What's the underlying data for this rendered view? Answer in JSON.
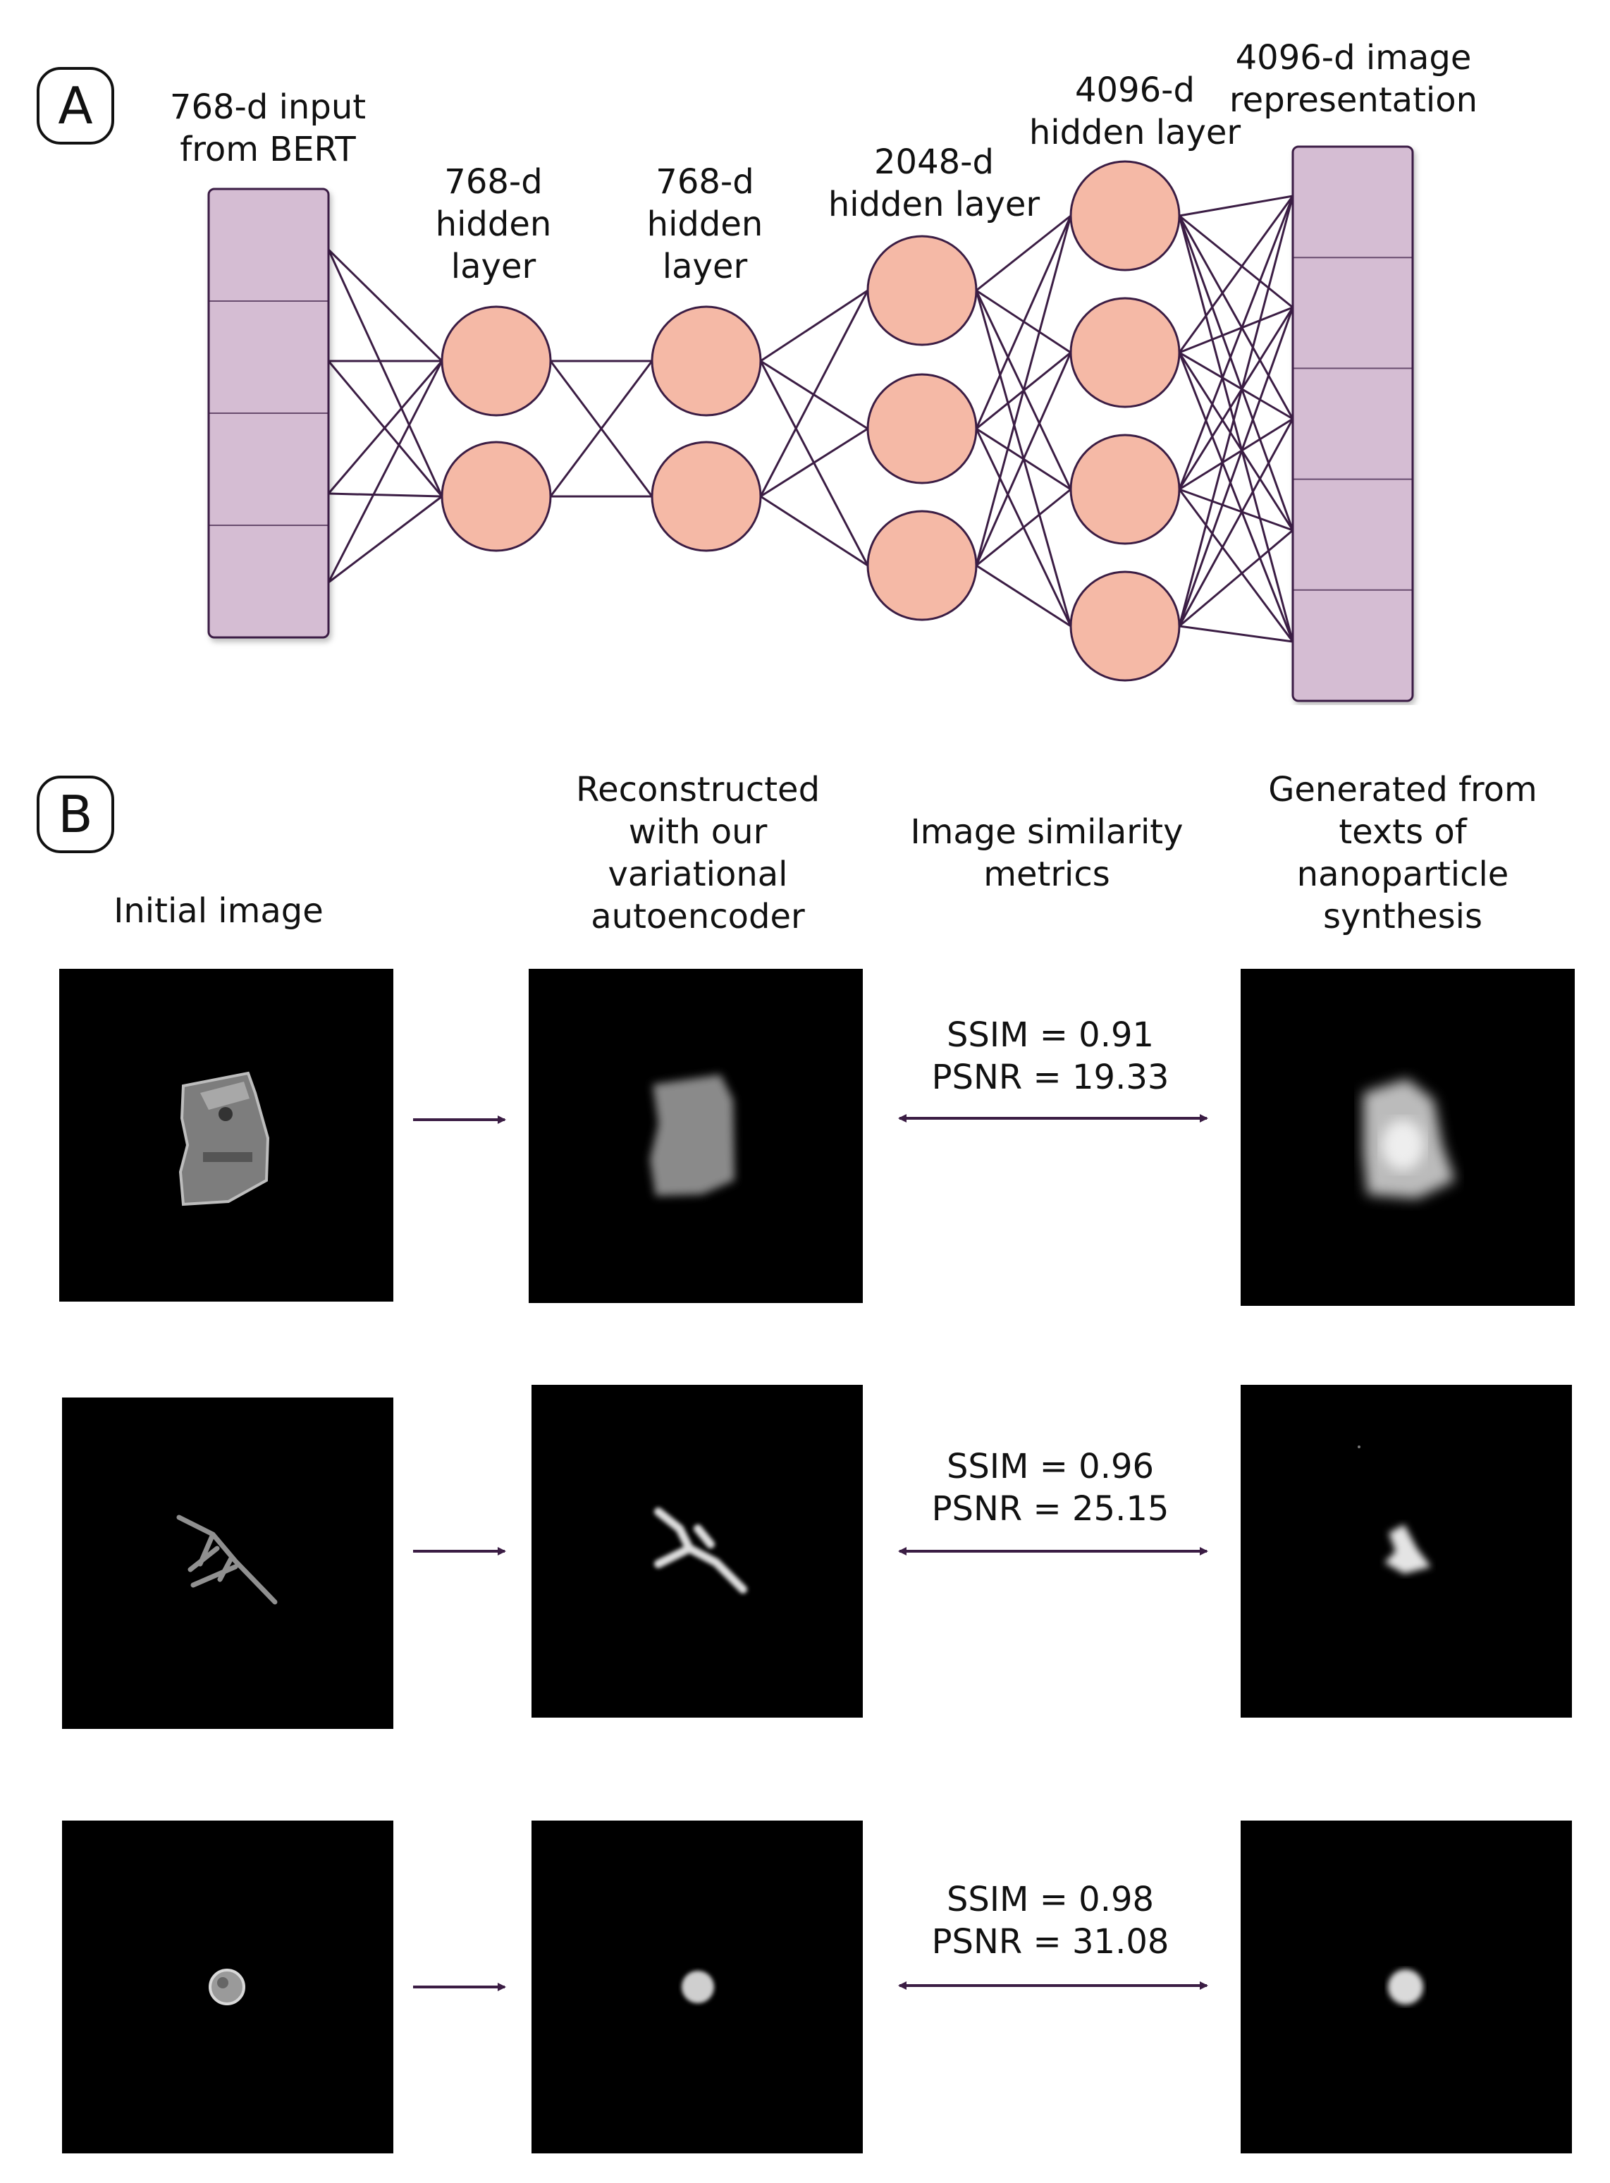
{
  "panel_a": {
    "badge": "A",
    "input_label": "768-d input\nfrom BERT",
    "hidden1_label": "768-d\nhidden\nlayer",
    "hidden2_label": "768-d\nhidden\nlayer",
    "hidden3_label": "2048-d\nhidden layer",
    "hidden4_label": "4096-d\nhidden layer",
    "output_label": "4096-d image\nrepresentation",
    "colors": {
      "vector": "#d5bdd3",
      "node": "#f5b9a6",
      "edge": "#3b1d44"
    }
  },
  "panel_b": {
    "badge": "B",
    "col_initial": "Initial image",
    "col_reconstructed": "Reconstructed\nwith our\nvariational\nautoencoder",
    "col_metrics": "Image similarity\nmetrics",
    "col_generated": "Generated from\ntexts of\nnanoparticle\nsynthesis",
    "rows": [
      {
        "ssim": "SSIM = 0.91",
        "psnr": "PSNR = 19.33"
      },
      {
        "ssim": "SSIM = 0.96",
        "psnr": "PSNR = 25.15"
      },
      {
        "ssim": "SSIM = 0.98",
        "psnr": "PSNR = 31.08"
      }
    ]
  }
}
